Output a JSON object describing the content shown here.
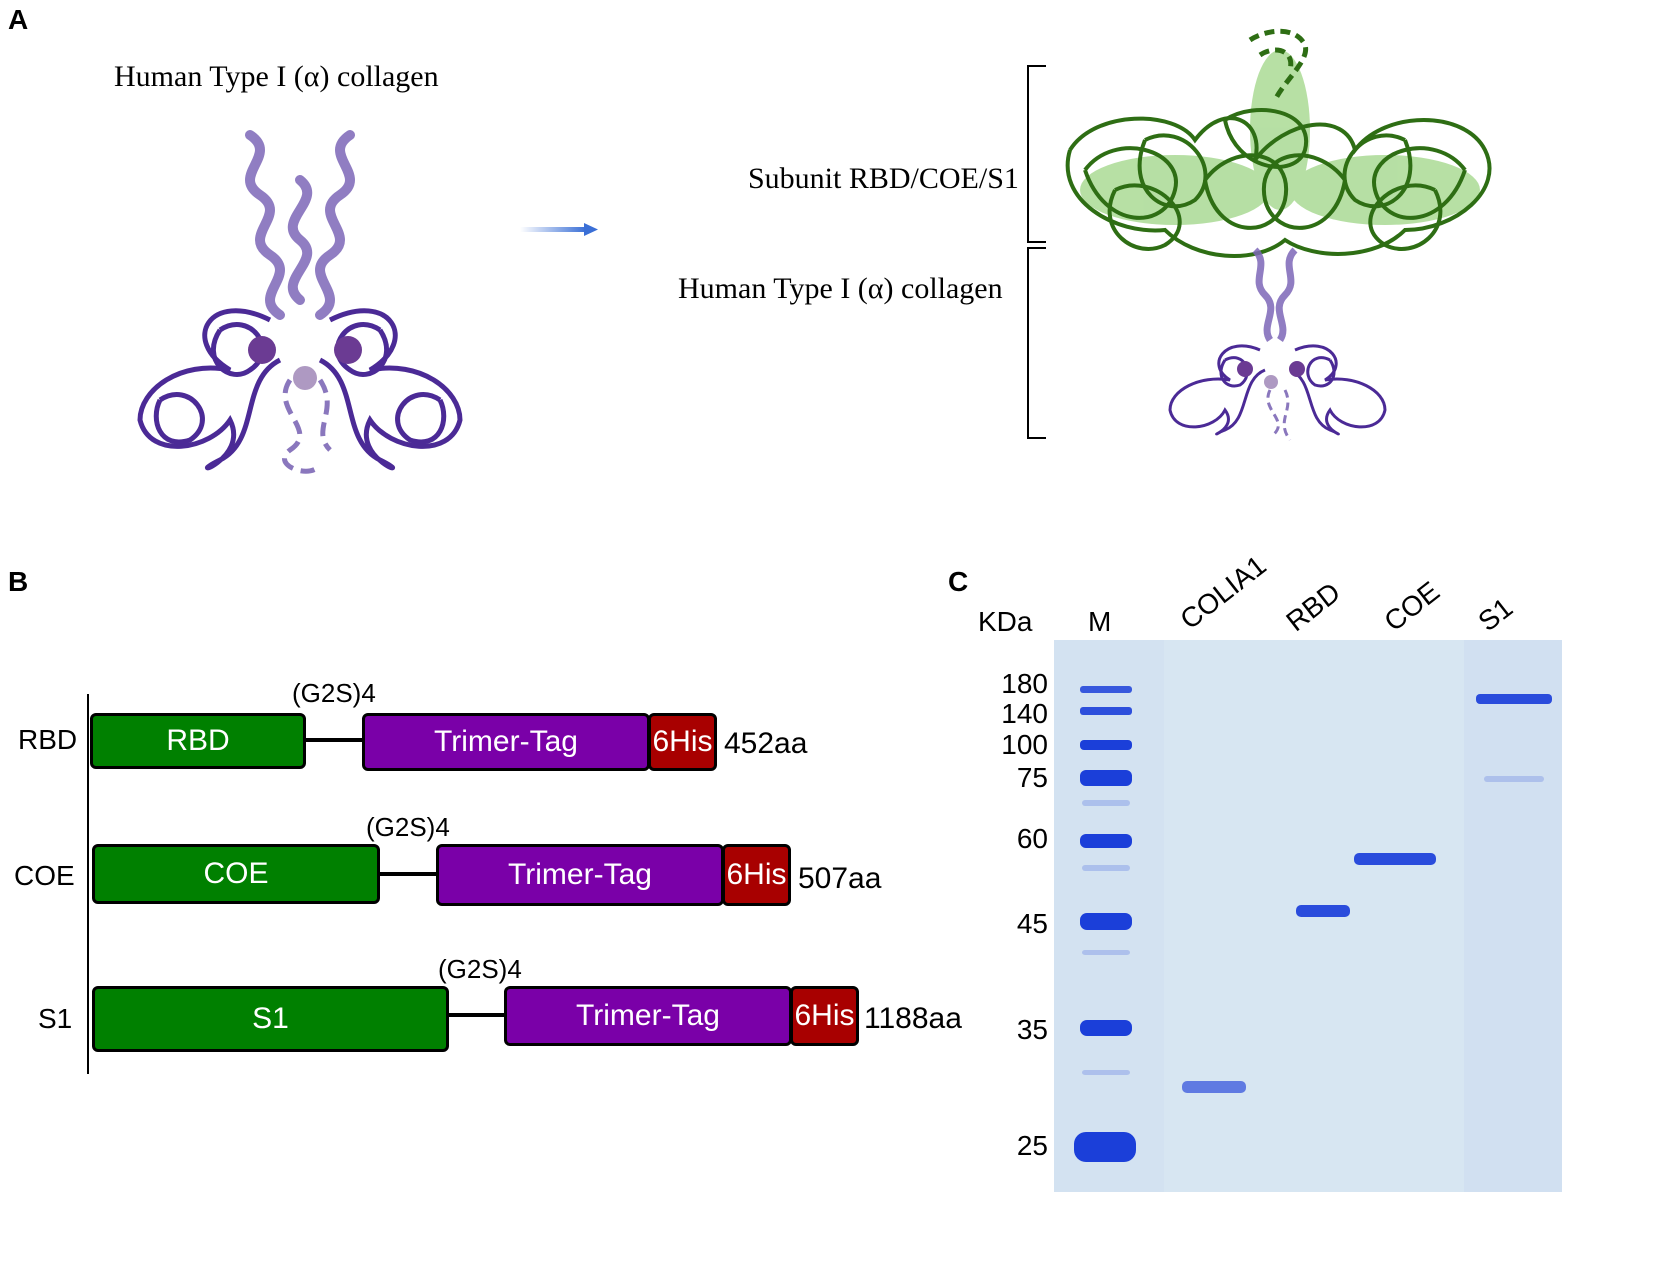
{
  "panel_a": {
    "letter": "A",
    "left_title": "Human Type I (α) collagen",
    "bracket_top_label": "Subunit RBD/COE/S1",
    "bracket_bottom_label": "Human Type I (α) collagen",
    "colors": {
      "collagen": "#4b2a96",
      "subunit": "#2e6e14",
      "arrow": "#3a6fd6"
    }
  },
  "panel_b": {
    "letter": "B",
    "constructs": [
      {
        "row_label": "RBD",
        "domain": "RBD",
        "linker": "(G2S)4",
        "tag": "Trimer-Tag",
        "his": "6His",
        "length": "452aa"
      },
      {
        "row_label": "COE",
        "domain": "COE",
        "linker": "(G2S)4",
        "tag": "Trimer-Tag",
        "his": "6His",
        "length": "507aa"
      },
      {
        "row_label": "S1",
        "domain": "S1",
        "linker": "(G2S)4",
        "tag": "Trimer-Tag",
        "his": "6His",
        "length": "1188aa"
      }
    ],
    "colors": {
      "domain": "#008000",
      "tag": "#7a00a8",
      "his": "#a80000"
    }
  },
  "panel_c": {
    "letter": "C",
    "unit_label": "KDa",
    "lanes": [
      "M",
      "COLIA1",
      "RBD",
      "COE",
      "S1"
    ],
    "markers": [
      "180",
      "140",
      "100",
      "75",
      "60",
      "45",
      "35",
      "25"
    ],
    "colors": {
      "gel": "#d7e6f2",
      "band": "#1b3fd9"
    }
  }
}
